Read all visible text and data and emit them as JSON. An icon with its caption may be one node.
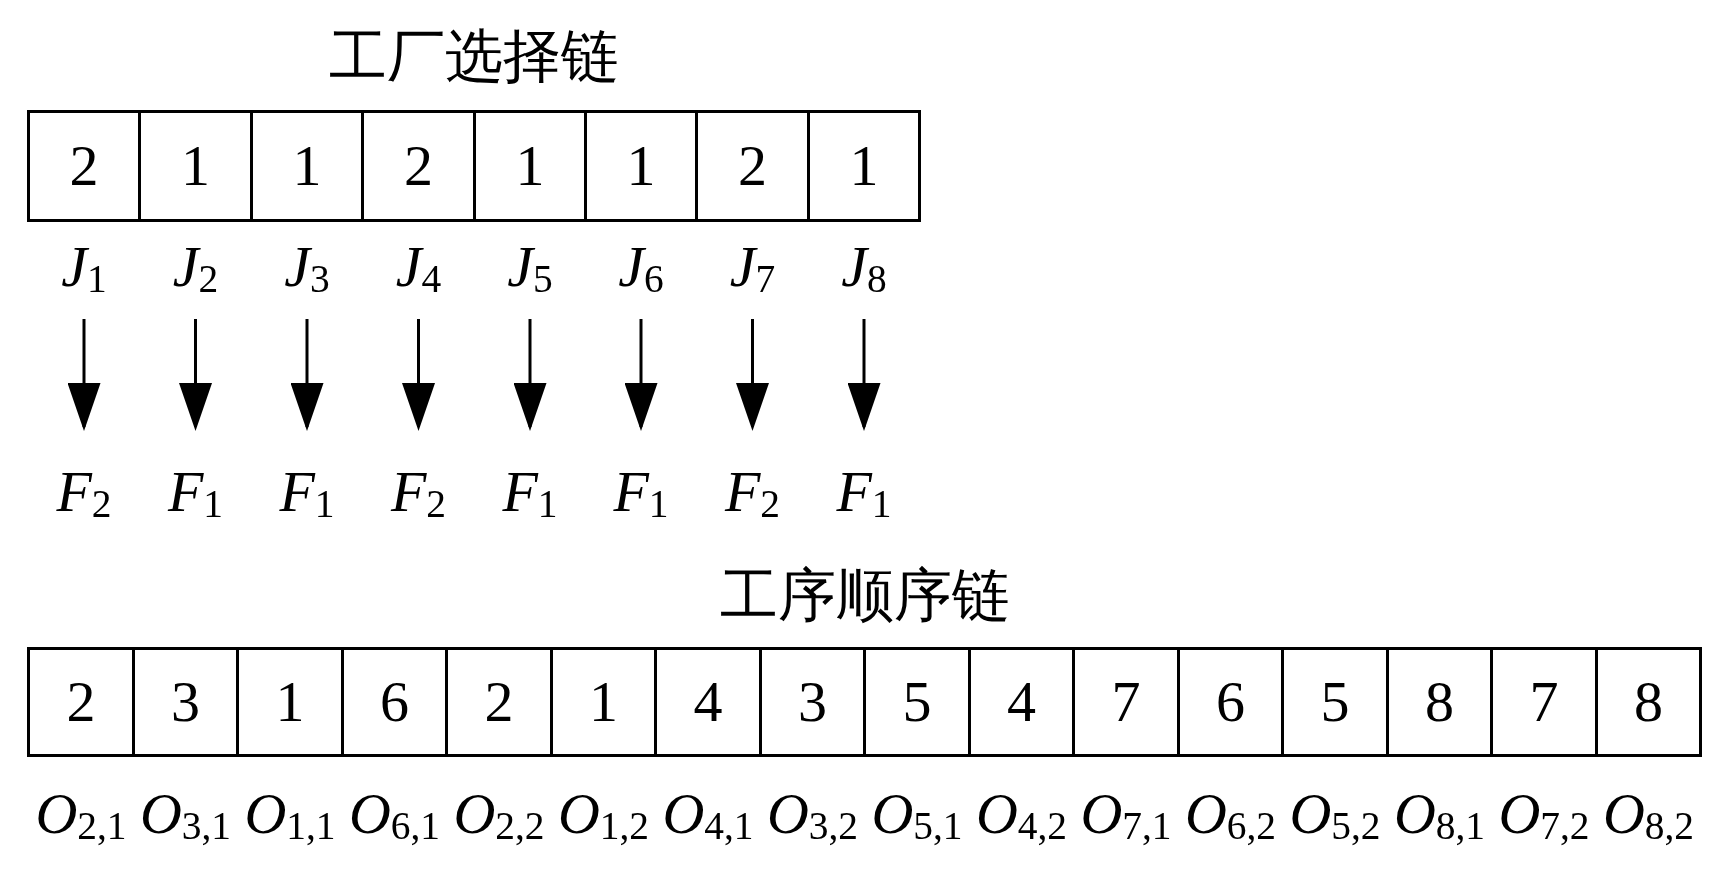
{
  "diagram": {
    "nodes": [
      {
        "text": [
          "2"
        ]
      },
      {
        "text": [
          "1"
        ]
      },
      {
        "text": [
          "1"
        ]
      },
      {
        "text": [
          "2"
        ]
      },
      {
        "text": [
          "1"
        ]
      },
      {
        "text": [
          "1"
        ]
      },
      {
        "text": [
          "2"
        ]
      },
      {
        "text": [
          "1"
        ]
      },
      {
        "text": [
          "*J*$_{1}$"
        ]
      },
      {
        "text": [
          "*J*$_{2}$"
        ]
      },
      {
        "text": [
          "*J*$_{3}$"
        ]
      },
      {
        "text": [
          "*J*$_{4}$"
        ]
      },
      {
        "text": [
          "*J*$_{5}$"
        ]
      },
      {
        "text": [
          "*J*$_{6}$"
        ]
      },
      {
        "text": [
          "*J*$_{7}$"
        ]
      },
      {
        "text": [
          "*J*$_{8}$"
        ]
      },
      {
        "text": [
          "*F*$_{2}$"
        ]
      },
      {
        "text": [
          "*F*$_{1}$"
        ]
      },
      {
        "text": [
          "*F*$_{1}$"
        ]
      },
      {
        "text": [
          "*F*$_{2}$"
        ]
      },
      {
        "text": [
          "*F*$_{1}$"
        ]
      },
      {
        "text": [
          "*F*$_{1}$"
        ]
      },
      {
        "text": [
          "*F*$_{2}$"
        ]
      },
      {
        "text": [
          "*F*$_{1}$"
        ]
      },
      {
        "text": [
          "2"
        ],
        "beside": [
          "*O*$_{2,1}$"
        ]
      },
      {
        "text": [
          "3"
        ],
        "beside": [
          "*O*$_{3,1}$"
        ]
      },
      {
        "text": [
          "1"
        ],
        "beside": [
          "*O*$_{1,1}$"
        ]
      },
      {
        "text": [
          "6"
        ],
        "beside": [
          "*O*$_{6,1}$"
        ]
      },
      {
        "text": [
          "2"
        ],
        "beside": [
          "*O*$_{2,2}$"
        ]
      },
      {
        "text": [
          "1"
        ],
        "beside": [
          "*O*$_{1,2}$"
        ]
      },
      {
        "text": [
          "4"
        ],
        "beside": [
          "*O*$_{4,1}$"
        ]
      },
      {
        "text": [
          "3"
        ],
        "beside": [
          "*O*$_{3,2}$"
        ]
      },
      {
        "text": [
          "5"
        ],
        "beside": [
          "*O*$_{5,1}$"
        ]
      },
      {
        "text": [
          "4"
        ],
        "beside": [
          "*O*$_{4,2}$"
        ]
      },
      {
        "text": [
          "7"
        ],
        "beside": [
          "*O*$_{7,1}$"
        ]
      },
      {
        "text": [
          "6"
        ],
        "beside": [
          "*O*$_{6,2}$"
        ]
      },
      {
        "text": [
          "5"
        ],
        "beside": [
          "*O*$_{5,2}$"
        ]
      },
      {
        "text": [
          "8"
        ],
        "beside": [
          "*O*$_{8,1}$"
        ]
      },
      {
        "text": [
          "7"
        ],
        "beside": [
          "*O*$_{7,2}$"
        ]
      },
      {
        "text": [
          "8"
        ],
        "beside": [
          "*O*$_{8,2}$"
        ]
      }
    ],
    "edges": [
      {
        "from": 8,
        "to": 16,
        "arrow": "to"
      },
      {
        "from": 9,
        "to": 17,
        "arrow": "to"
      },
      {
        "from": 10,
        "to": 18,
        "arrow": "to"
      },
      {
        "from": 11,
        "to": 19,
        "arrow": "to"
      },
      {
        "from": 12,
        "to": 20,
        "arrow": "to"
      },
      {
        "from": 13,
        "to": 21,
        "arrow": "to"
      },
      {
        "from": 14,
        "to": 22,
        "arrow": "to"
      },
      {
        "from": 15,
        "to": 23,
        "arrow": "to"
      }
    ],
    "labels": [
      "工厂选择链",
      "工序顺序链"
    ]
  }
}
